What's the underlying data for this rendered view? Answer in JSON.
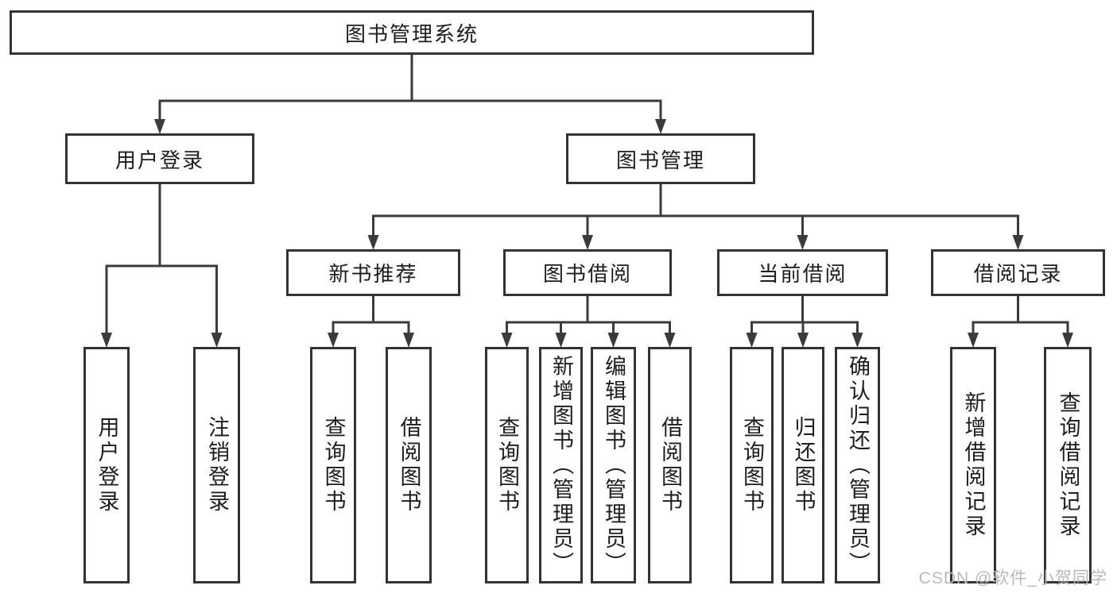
{
  "diagram": {
    "background_color": "#ffffff",
    "line_color": "#3b3b3b",
    "border_color": "#333333",
    "text_color": "#1d1d1d",
    "nodes": [
      {
        "id": "root",
        "parent": null,
        "label": "图书管理系统",
        "orientation": "horizontal"
      },
      {
        "id": "user-login",
        "parent": "root",
        "label": "用户登录",
        "orientation": "horizontal"
      },
      {
        "id": "book-management",
        "parent": "root",
        "label": "图书管理",
        "orientation": "horizontal"
      },
      {
        "id": "new-book-recommend",
        "parent": "book-management",
        "label": "新书推荐",
        "orientation": "horizontal"
      },
      {
        "id": "book-borrowing",
        "parent": "book-management",
        "label": "图书借阅",
        "orientation": "horizontal"
      },
      {
        "id": "current-borrowing",
        "parent": "book-management",
        "label": "当前借阅",
        "orientation": "horizontal"
      },
      {
        "id": "borrowing-records",
        "parent": "book-management",
        "label": "借阅记录",
        "orientation": "horizontal"
      },
      {
        "id": "leaf-user-login",
        "parent": "user-login",
        "label": "用户登录",
        "orientation": "vertical"
      },
      {
        "id": "leaf-logout",
        "parent": "user-login",
        "label": "注销登录",
        "orientation": "vertical"
      },
      {
        "id": "leaf-query-books-recommend",
        "parent": "new-book-recommend",
        "label": "查询图书",
        "orientation": "vertical"
      },
      {
        "id": "leaf-borrow-books-recommend",
        "parent": "new-book-recommend",
        "label": "借阅图书",
        "orientation": "vertical"
      },
      {
        "id": "leaf-query-books-borrowing",
        "parent": "book-borrowing",
        "label": "查询图书",
        "orientation": "vertical"
      },
      {
        "id": "leaf-add-books-admin",
        "parent": "book-borrowing",
        "label": "新增图书（管理员）",
        "orientation": "vertical"
      },
      {
        "id": "leaf-edit-books-admin",
        "parent": "book-borrowing",
        "label": "编辑图书（管理员）",
        "orientation": "vertical"
      },
      {
        "id": "leaf-borrow-books-borrowing",
        "parent": "book-borrowing",
        "label": "借阅图书",
        "orientation": "vertical"
      },
      {
        "id": "leaf-query-books-current",
        "parent": "current-borrowing",
        "label": "查询图书",
        "orientation": "vertical"
      },
      {
        "id": "leaf-return-books",
        "parent": "current-borrowing",
        "label": "归还图书",
        "orientation": "vertical"
      },
      {
        "id": "leaf-confirm-return-admin",
        "parent": "current-borrowing",
        "label": "确认归还（管理员）",
        "orientation": "vertical"
      },
      {
        "id": "leaf-add-borrow-record",
        "parent": "borrowing-records",
        "label": "新增借阅记录",
        "orientation": "vertical"
      },
      {
        "id": "leaf-query-borrow-record",
        "parent": "borrowing-records",
        "label": "查询借阅记录",
        "orientation": "vertical"
      }
    ]
  },
  "watermark": {
    "text": "CSDN @软件_小贺同学"
  }
}
